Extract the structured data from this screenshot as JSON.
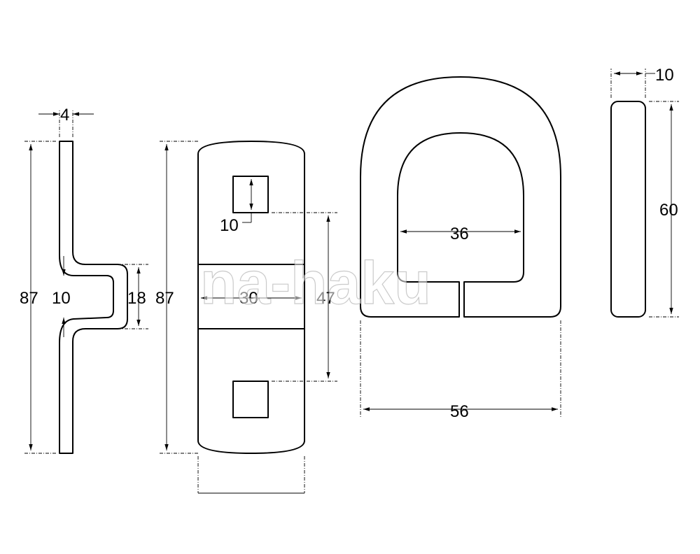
{
  "watermark": "na-haku",
  "dimensions": {
    "plate_thickness": "4",
    "side_height": "87",
    "offset_depth": "10",
    "offset_width": "18",
    "front_height": "87",
    "slot_size": "10",
    "front_width": "30",
    "slot_spacing": "47",
    "ring_inner_width": "36",
    "ring_outer_width": "56",
    "ring_thickness": "10",
    "ring_side_height": "60"
  }
}
